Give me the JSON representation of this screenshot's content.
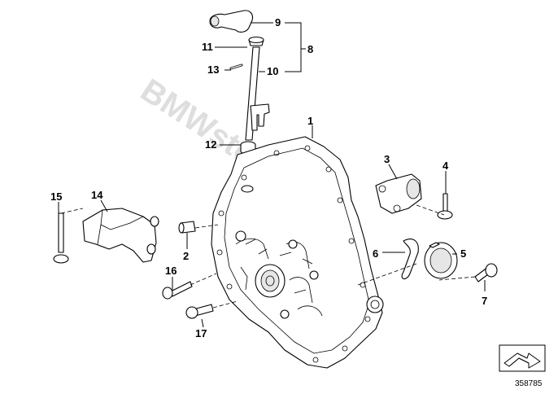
{
  "watermark": "BMWstore.pl",
  "diagram_number": "358785",
  "callouts": [
    "1",
    "2",
    "3",
    "4",
    "5",
    "6",
    "7",
    "8",
    "9",
    "10",
    "11",
    "12",
    "13",
    "14",
    "15",
    "16",
    "17"
  ]
}
